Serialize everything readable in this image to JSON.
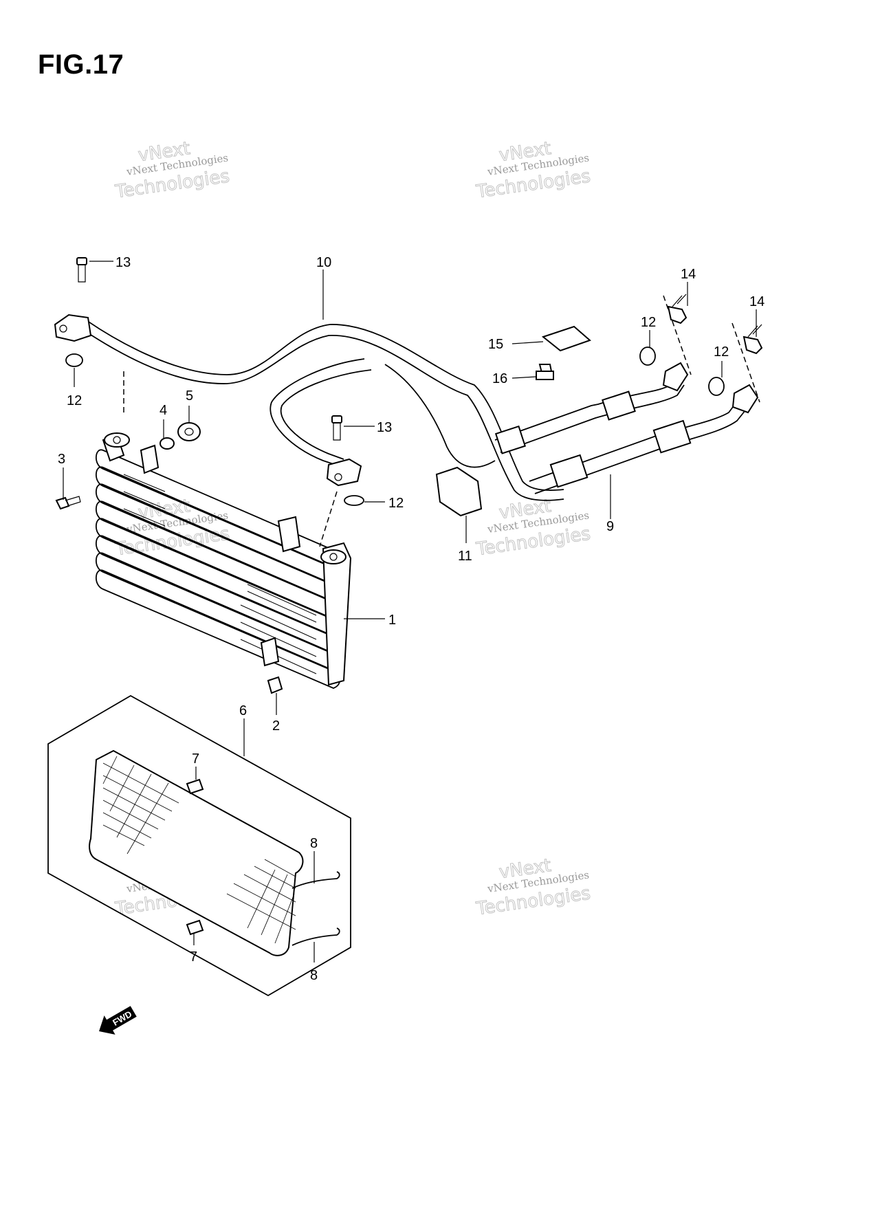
{
  "figure": {
    "title": "FIG.17"
  },
  "watermark": {
    "line1": "vNext Technologies",
    "line2": "Technologies",
    "line3": "vNext"
  },
  "callouts": [
    {
      "id": "c13a",
      "label": "13"
    },
    {
      "id": "c10",
      "label": "10"
    },
    {
      "id": "c14a",
      "label": "14"
    },
    {
      "id": "c14b",
      "label": "14"
    },
    {
      "id": "c12a",
      "label": "12"
    },
    {
      "id": "c12b",
      "label": "12"
    },
    {
      "id": "c15",
      "label": "15"
    },
    {
      "id": "c16",
      "label": "16"
    },
    {
      "id": "c12c",
      "label": "12"
    },
    {
      "id": "c4",
      "label": "4"
    },
    {
      "id": "c5",
      "label": "5"
    },
    {
      "id": "c3",
      "label": "3"
    },
    {
      "id": "c13b",
      "label": "13"
    },
    {
      "id": "c12d",
      "label": "12"
    },
    {
      "id": "c11",
      "label": "11"
    },
    {
      "id": "c9",
      "label": "9"
    },
    {
      "id": "c1",
      "label": "1"
    },
    {
      "id": "c6",
      "label": "6"
    },
    {
      "id": "c2",
      "label": "2"
    },
    {
      "id": "c7a",
      "label": "7"
    },
    {
      "id": "c8a",
      "label": "8"
    },
    {
      "id": "c7b",
      "label": "7"
    },
    {
      "id": "c8b",
      "label": "8"
    }
  ],
  "direction_marker": {
    "label": "FWD"
  }
}
